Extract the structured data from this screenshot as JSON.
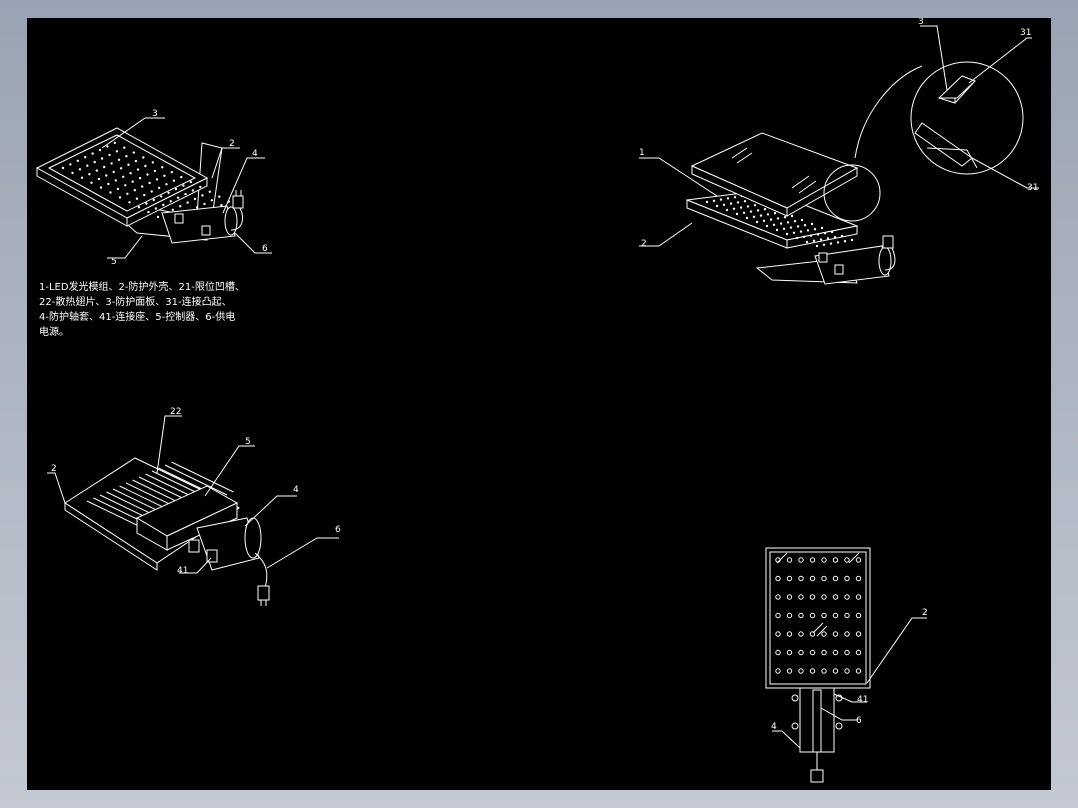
{
  "caption_lines": [
    "1-LED发光模组、2-防护外壳、21-限位凹槽、",
    "22-散热翅片、3-防护面板、31-连接凸起、",
    "4-防护轴套、41-连接座、5-控制器、6-供电",
    "电源。"
  ],
  "views": {
    "view1": {
      "labels": [
        "3",
        "2",
        "4",
        "5",
        "6"
      ]
    },
    "view2": {
      "labels": [
        "1",
        "2"
      ]
    },
    "detail": {
      "labels": [
        "3",
        "31",
        "31"
      ]
    },
    "view3": {
      "labels": [
        "22",
        "5",
        "2",
        "4",
        "41",
        "6"
      ]
    },
    "view4": {
      "labels": [
        "2",
        "41",
        "6",
        "4"
      ]
    }
  },
  "colors": {
    "background": "#000000",
    "lines": "#ffffff",
    "frame": "#a9b0bd"
  }
}
